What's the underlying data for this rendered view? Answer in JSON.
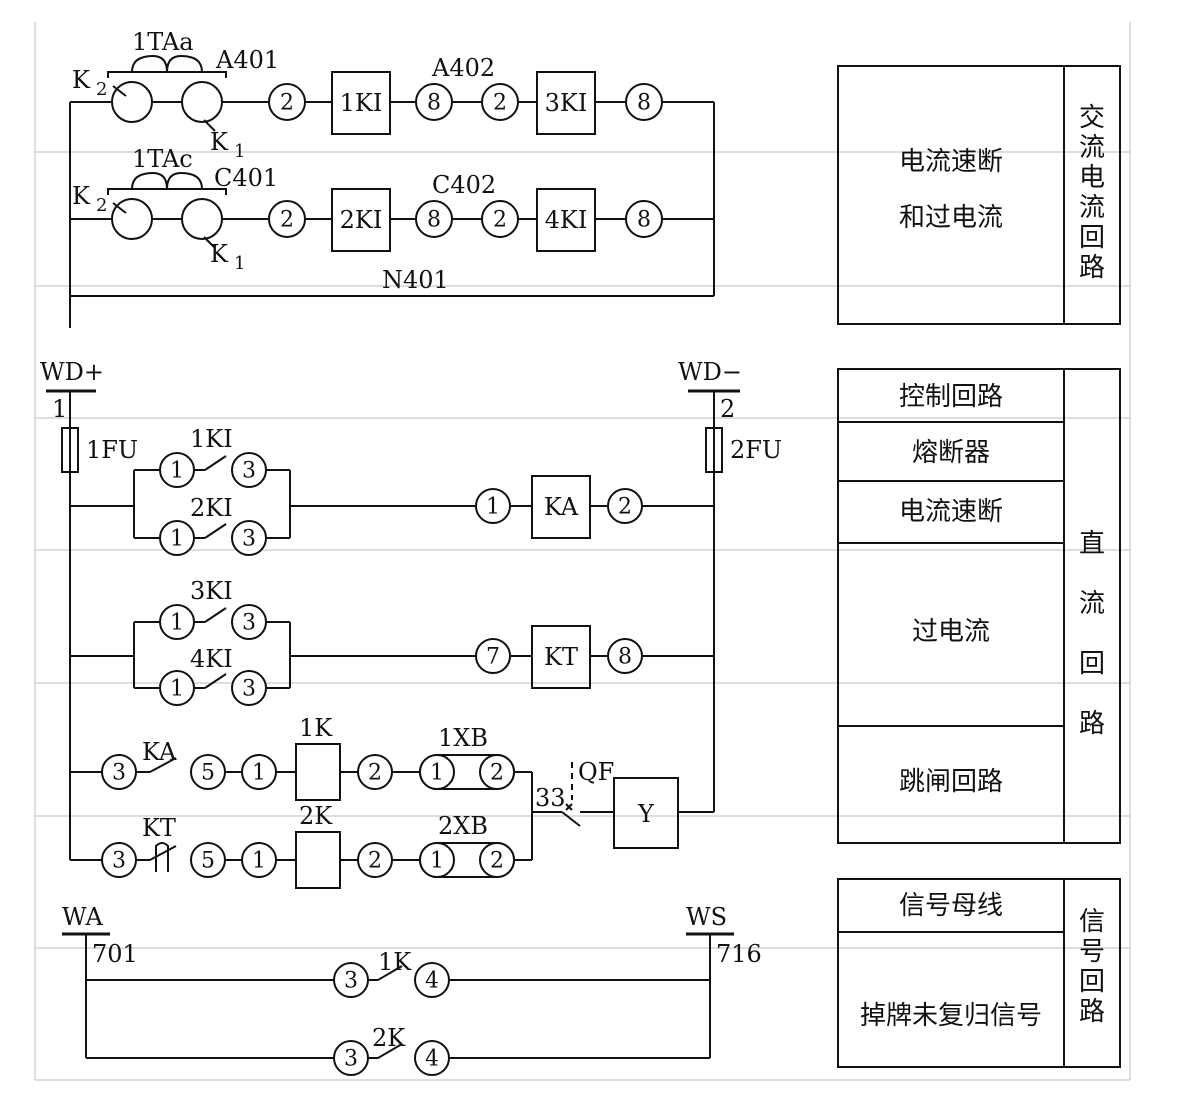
{
  "ac": {
    "ct_a": "1TAa",
    "ct_c": "1TAc",
    "k2": "K",
    "k1": "K",
    "sub2": "2",
    "sub1": "1",
    "wire_a401": "A401",
    "wire_a402": "A402",
    "wire_c401": "C401",
    "wire_c402": "C402",
    "wire_n401": "N401",
    "relay_1ki": "1KI",
    "relay_2ki": "2KI",
    "relay_3ki": "3KI",
    "relay_4ki": "4KI",
    "n2": "2",
    "n8": "8"
  },
  "dc": {
    "bus_plus": "WD+",
    "bus_minus": "WD−",
    "bus_plus_no": "1",
    "bus_minus_no": "2",
    "fuse_1": "1FU",
    "fuse_2": "2FU",
    "c_1ki": "1KI",
    "c_2ki": "2KI",
    "c_3ki": "3KI",
    "c_4ki": "4KI",
    "ka": "KA",
    "kt": "KT",
    "k1_coil": "1K",
    "k2_coil": "2K",
    "xb1": "1XB",
    "xb2": "2XB",
    "qf": "QF",
    "n33": "33",
    "y": "Y",
    "n1": "1",
    "n2": "2",
    "n3": "3",
    "n5": "5",
    "n7": "7",
    "n8": "8"
  },
  "sig": {
    "wa": "WA",
    "ws": "WS",
    "n701": "701",
    "n716": "716",
    "c_1k": "1K",
    "c_2k": "2K",
    "n3": "3",
    "n4": "4"
  },
  "legend": {
    "ac_section": "交流电流回路",
    "ac_desc_1": "电流速断",
    "ac_desc_2": "和过电流",
    "dc_section": "直流回路",
    "dc_rows": [
      "控制回路",
      "熔断器",
      "电流速断",
      "过电流",
      "跳闸回路"
    ],
    "sig_section": "信号回路",
    "sig_rows": [
      "信号母线",
      "掉牌未复归信号"
    ]
  }
}
